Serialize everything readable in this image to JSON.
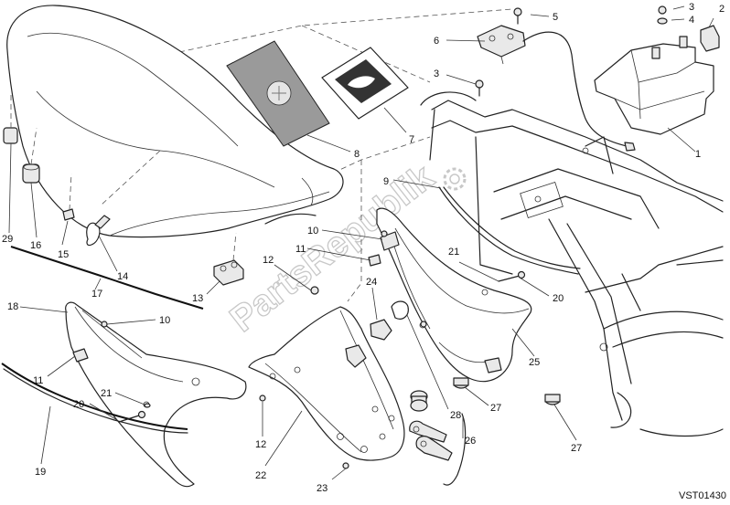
{
  "diagram": {
    "drawing_code": "VST01430",
    "watermark": "PartsRepublik",
    "callouts": [
      "1",
      "2",
      "3",
      "4",
      "5",
      "6",
      "3",
      "7",
      "8",
      "9",
      "10",
      "11",
      "12",
      "13",
      "14",
      "15",
      "16",
      "17",
      "29",
      "18",
      "10",
      "11",
      "21",
      "20",
      "19",
      "24",
      "20",
      "21",
      "25",
      "22",
      "12",
      "23",
      "28",
      "27",
      "26",
      "27"
    ]
  }
}
